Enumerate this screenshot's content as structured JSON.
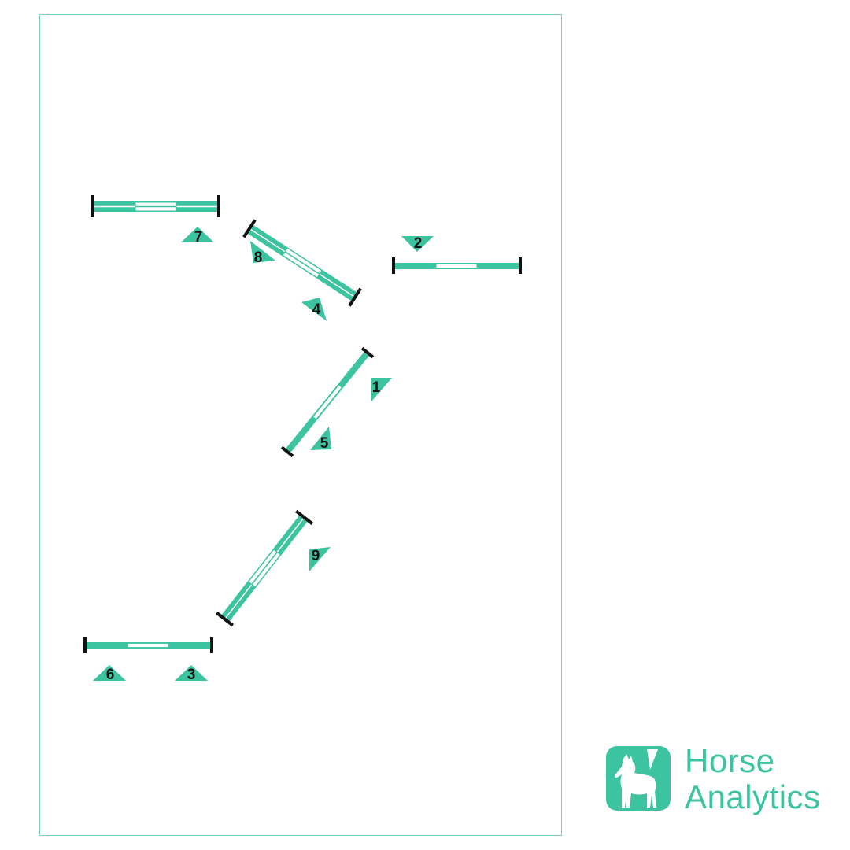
{
  "colors": {
    "accent": "#3cc3a0",
    "border": "#7fcfc4",
    "end_cap": "#111111"
  },
  "course": {
    "numbers": [
      "1",
      "2",
      "3",
      "4",
      "5",
      "6",
      "7",
      "8",
      "9"
    ]
  },
  "brand": {
    "icon": "horse-logo-icon",
    "line1": "Horse",
    "line2": "Analytics"
  }
}
